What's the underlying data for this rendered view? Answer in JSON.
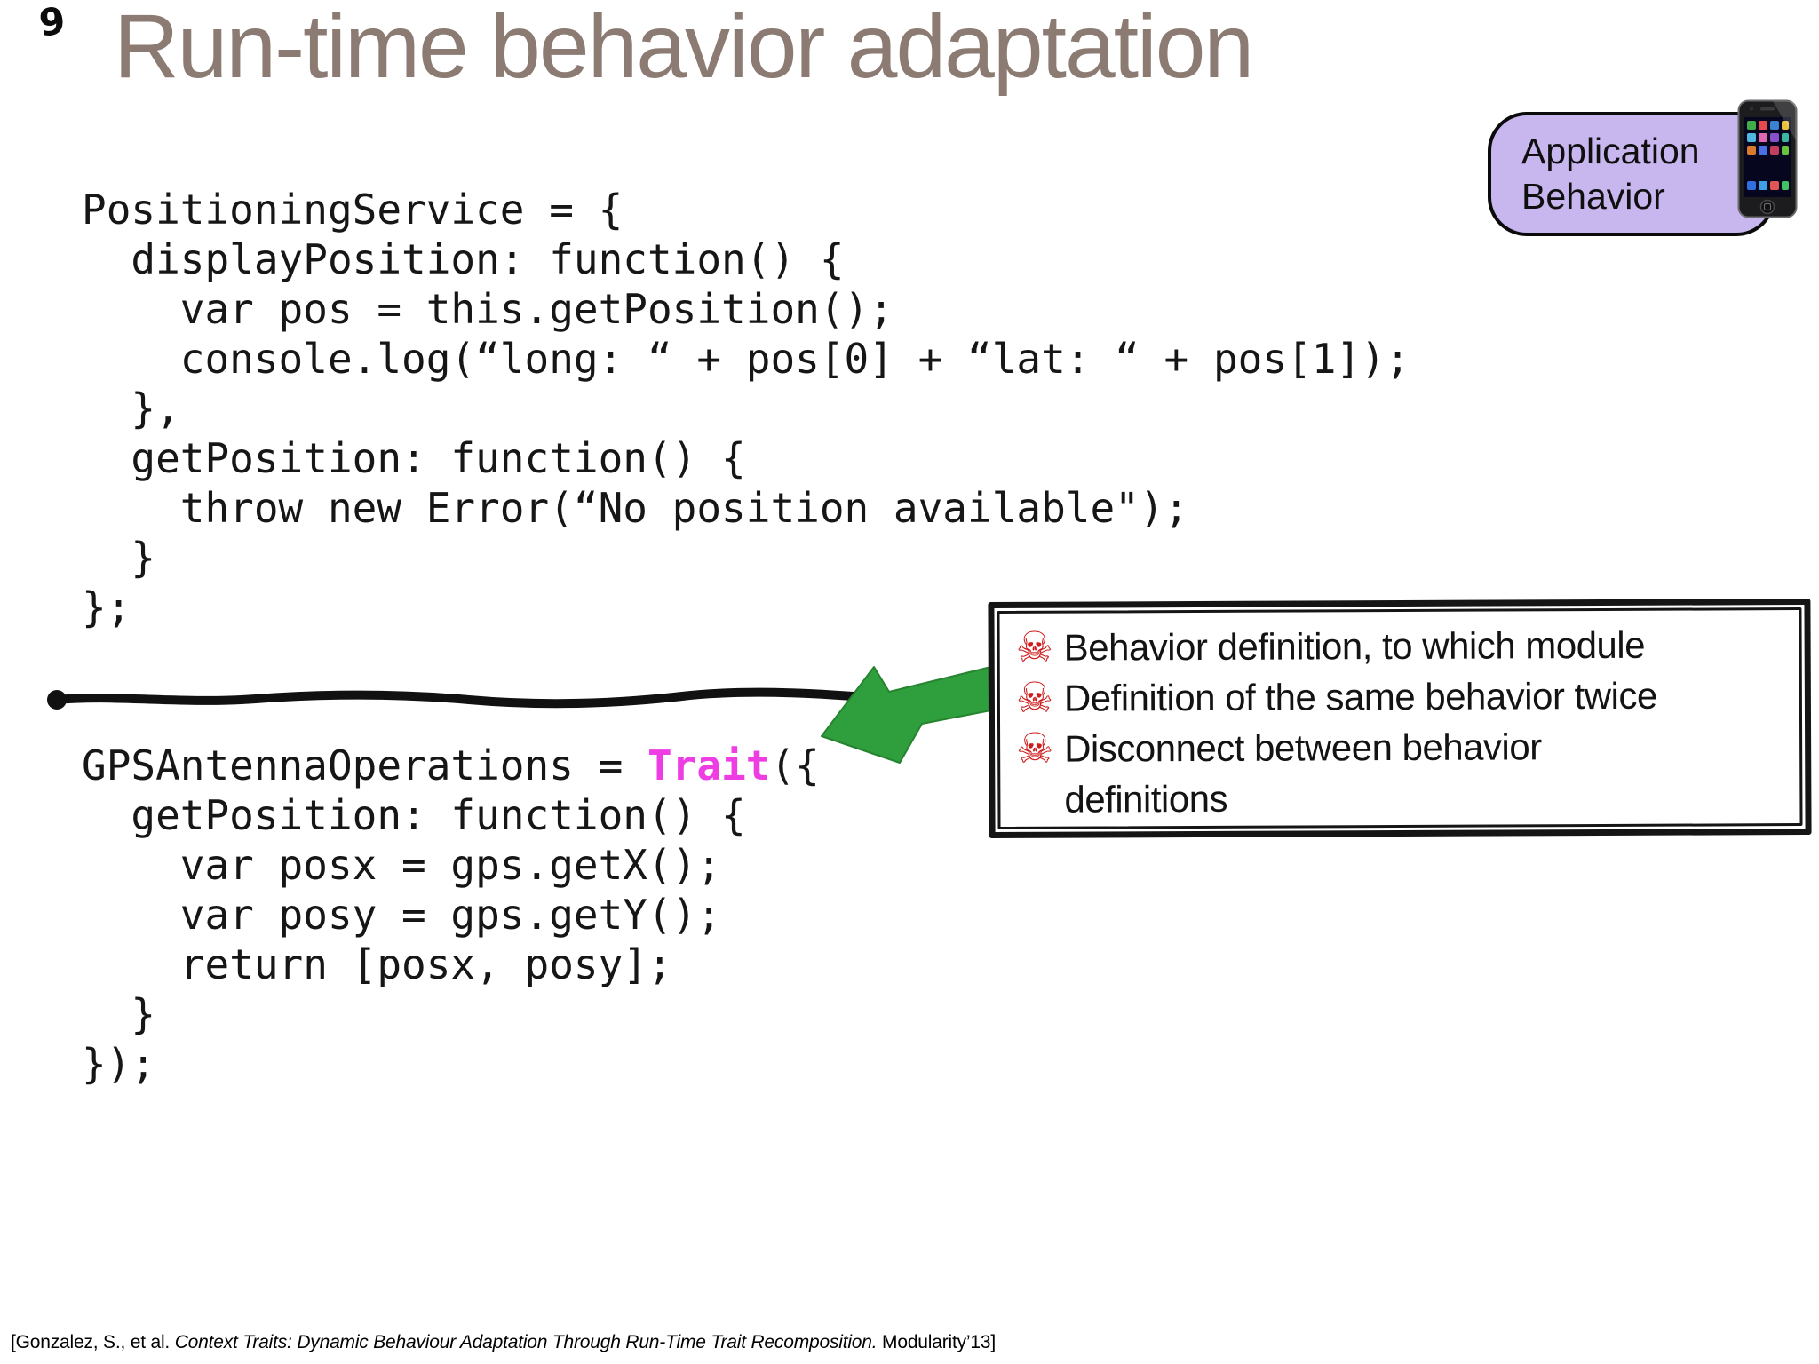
{
  "slide": {
    "page_number": "9",
    "title": "Run-time behavior adaptation",
    "background": "#ffffff"
  },
  "badge": {
    "line1": "Application",
    "line2": "Behavior",
    "bg_color": "#c8b6ee",
    "icon": "iphone-icon"
  },
  "code1": {
    "lines": [
      "PositioningService = {",
      "  displayPosition: function() {",
      "    var pos = this.getPosition();",
      "    console.log(“long: “ + pos[0] + “lat: “ + pos[1]);",
      "  },",
      "  getPosition: function() {",
      "    throw new Error(“No position available\");",
      "  }",
      "};"
    ]
  },
  "code2": {
    "line1_pre": "GPSAntennaOperations = ",
    "line1_trait": "Trait",
    "line1_post": "({",
    "trait_color": "#ee3ee3",
    "lines": [
      "  getPosition: function() {",
      "    var posx = gps.getX();",
      "    var posy = gps.getY();",
      "    return [posx, posy];",
      "  }",
      "});"
    ]
  },
  "callout": {
    "bullet_glyph": "☠",
    "bullet_color": "#cf1b1b",
    "items": [
      "Behavior definition, to which module",
      "Definition of the same behavior twice",
      "Disconnect between behavior\ndefinitions"
    ]
  },
  "arrow": {
    "color": "#2f9e3c",
    "direction": "down-left"
  },
  "divider": {
    "color": "#111111"
  },
  "footer": {
    "prefix": "[Gonzalez, S., et al. ",
    "title_italic": "Context Traits: Dynamic Behaviour Adaptation Through Run-Time Trait Recomposition.",
    "suffix": " Modularity’13]"
  },
  "colors": {
    "title": "#8c7b72",
    "code": "#161616"
  }
}
